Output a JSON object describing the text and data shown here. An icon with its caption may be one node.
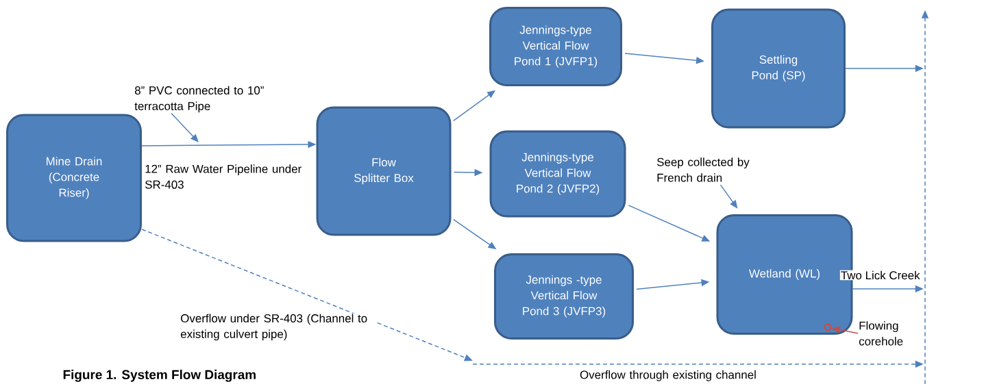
{
  "diagram": {
    "caption": "Figure 1. System Flow Diagram",
    "nodes": [
      {
        "text": [
          "Mine Drain (Concrete Riser)"
        ]
      },
      {
        "text": [
          "Flow Splitter Box"
        ]
      },
      {
        "text": [
          "Jennings-type Vertical Flow Pond 1 (JVFP1)"
        ]
      },
      {
        "text": [
          "Settling Pond (SP)"
        ]
      },
      {
        "text": [
          "Jennings-type Vertical Flow Pond 2 (JVFP2)"
        ]
      },
      {
        "text": [
          "Jennings -type Vertical Flow Pond 3 (JVFP3)"
        ]
      },
      {
        "text": [
          "Wetland (WL)"
        ]
      },
      {
        "text": [],
        "shape": "line",
        "beside": [
          "Two Lick Creek"
        ]
      },
      {
        "text": [
          "Flowing corehole"
        ]
      },
      {
        "text": [],
        "shape": "circle",
        "in": 6
      },
      {
        "text": [
          "8” PVC connected to 10” terracotta Pipe"
        ]
      },
      {
        "text": [
          "Seep collected by French drain"
        ]
      }
    ],
    "edges": [
      {
        "from": 0,
        "to": 1,
        "arrow": "to",
        "label": "12” Raw Water Pipeline under SR-403"
      },
      {
        "from": 0,
        "to": null,
        "arrow": "to",
        "style": "dashed",
        "label": "Overflow under SR-403 (Channel to existing culvert pipe)"
      },
      {
        "from": 1,
        "to": 2,
        "arrow": "to"
      },
      {
        "from": 1,
        "to": 4,
        "arrow": "to"
      },
      {
        "from": 1,
        "to": 5,
        "arrow": "to"
      },
      {
        "from": 2,
        "to": 3,
        "arrow": "to"
      },
      {
        "from": 3,
        "to": 7,
        "arrow": "to"
      },
      {
        "from": 4,
        "to": 6,
        "arrow": "to"
      },
      {
        "from": 5,
        "to": 6,
        "arrow": "to"
      },
      {
        "from": 6,
        "to": 7,
        "arrow": "to"
      },
      {
        "from": 11,
        "to": 6,
        "arrow": "to"
      },
      {
        "from": 10,
        "to": null,
        "arrow": "to"
      },
      {
        "from": 8,
        "to": 9,
        "arrow": "to",
        "color": "#c0504d"
      },
      {
        "from": null,
        "to": 7,
        "arrow": "to",
        "style": "dashed",
        "label": "Overflow through existing channel"
      }
    ]
  }
}
